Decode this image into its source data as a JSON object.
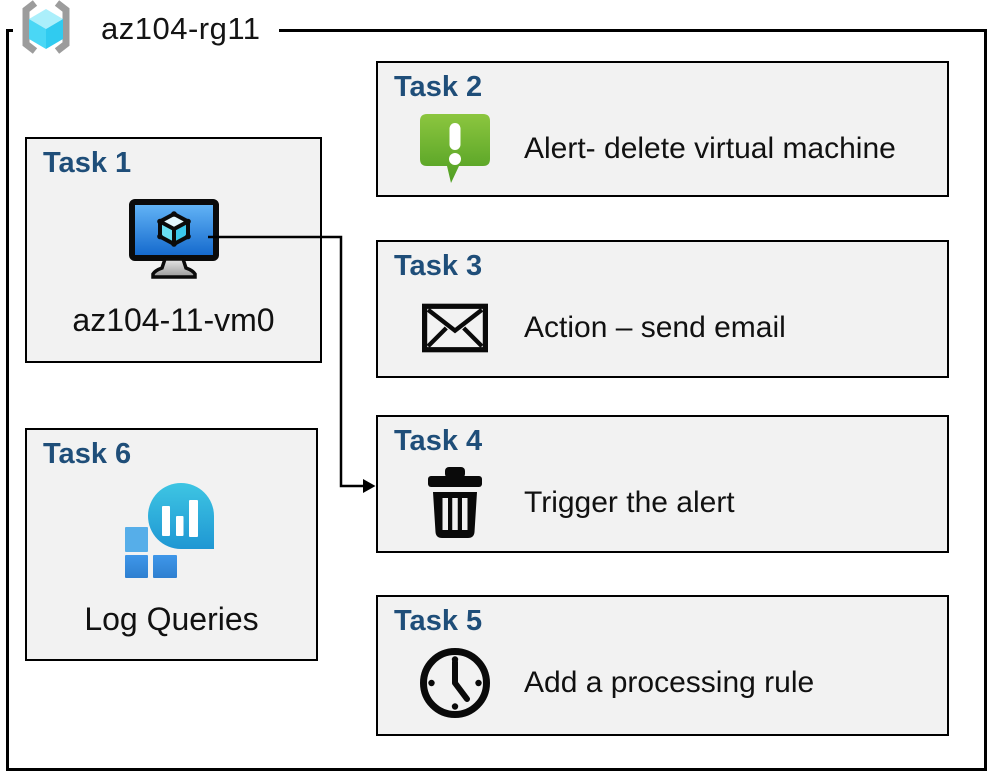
{
  "group": {
    "label": "az104-rg11",
    "icon": "resource-group-icon"
  },
  "tasks": {
    "task1": {
      "title": "Task 1",
      "label": "az104-11-vm0",
      "icon": "virtual-machine-icon"
    },
    "task2": {
      "title": "Task 2",
      "label": "Alert- delete virtual machine",
      "icon": "alert-icon"
    },
    "task3": {
      "title": "Task 3",
      "label": "Action – send email",
      "icon": "email-icon"
    },
    "task4": {
      "title": "Task 4",
      "label": "Trigger the alert",
      "icon": "trash-icon"
    },
    "task5": {
      "title": "Task 5",
      "label": "Add a processing rule",
      "icon": "clock-icon"
    },
    "task6": {
      "title": "Task 6",
      "label": "Log Queries",
      "icon": "log-analytics-icon"
    }
  },
  "connector": {
    "from": "task1-vm",
    "to": "task4"
  },
  "colors": {
    "task_heading_blue": "#1F4E79",
    "box_fill": "#F2F2F2",
    "box_border": "#000000",
    "alert_green_top": "#8CC63F",
    "alert_green_bottom": "#55A021",
    "vm_screen_blue_top": "#66B7F8",
    "vm_screen_blue_bottom": "#1166CB",
    "log_bubble_cyan_top": "#3EC5E3",
    "log_bubble_cyan_bottom": "#1F97D3",
    "log_square_light_blue": "#56AEE9",
    "log_square_blue": "#2E7FD2",
    "rg_bracket_gray": "#9C9C9C",
    "rg_cube_cyan": "#49D7F5"
  }
}
